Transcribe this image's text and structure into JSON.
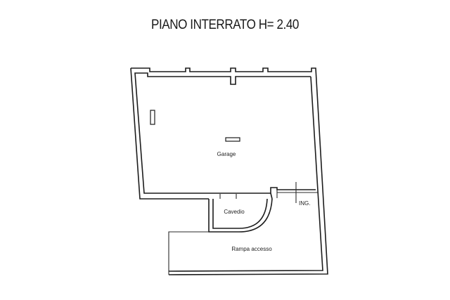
{
  "title": "PIANO INTERRATO H= 2.40",
  "rooms": [
    {
      "id": "garage",
      "label": "Garage"
    },
    {
      "id": "cavedio",
      "label": "Cavedio"
    },
    {
      "id": "rampa",
      "label": "Rampa accesso"
    }
  ],
  "markers": {
    "entrance": "ING."
  },
  "colors": {
    "line": "#1c1c1c",
    "background": "#ffffff"
  }
}
